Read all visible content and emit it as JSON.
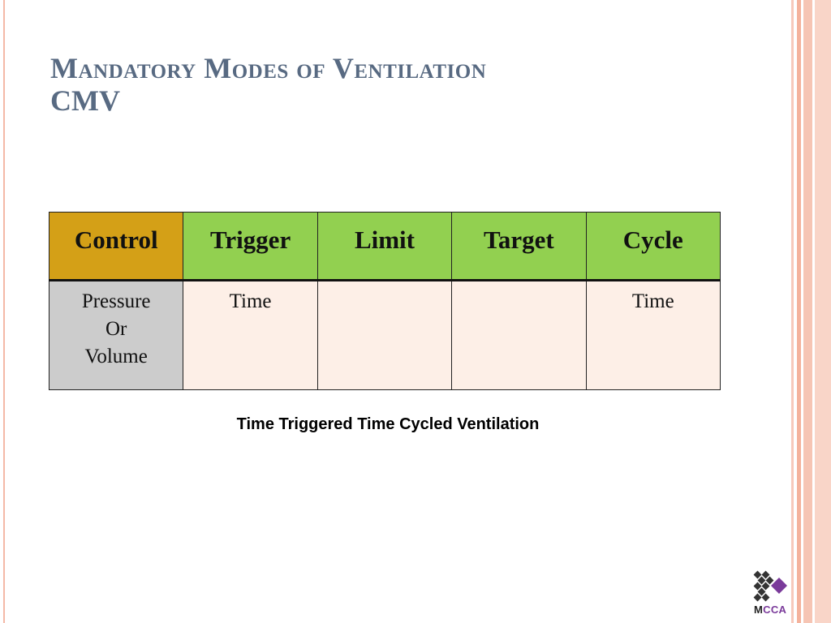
{
  "slide": {
    "title_line1": "Mandatory Modes of Ventilation",
    "title_line2": "CMV"
  },
  "table": {
    "headers": [
      "Control",
      "Trigger",
      "Limit",
      "Target",
      "Cycle"
    ],
    "row": {
      "control": [
        "Pressure",
        "Or",
        "Volume"
      ],
      "trigger": "Time",
      "limit": "",
      "target": "",
      "cycle": "Time"
    }
  },
  "caption": "Time Triggered Time Cycled Ventilation",
  "logo": {
    "text_prefix": "M",
    "text_accent": "CCA"
  },
  "colors": {
    "title": "#586a82",
    "header_green": "#92d050",
    "header_control": "#d4a017",
    "cell_bg": "#fdefe7",
    "control_cell_bg": "#cccccc",
    "stripe": "#f4b29c",
    "logo_accent": "#7a3a9a"
  }
}
